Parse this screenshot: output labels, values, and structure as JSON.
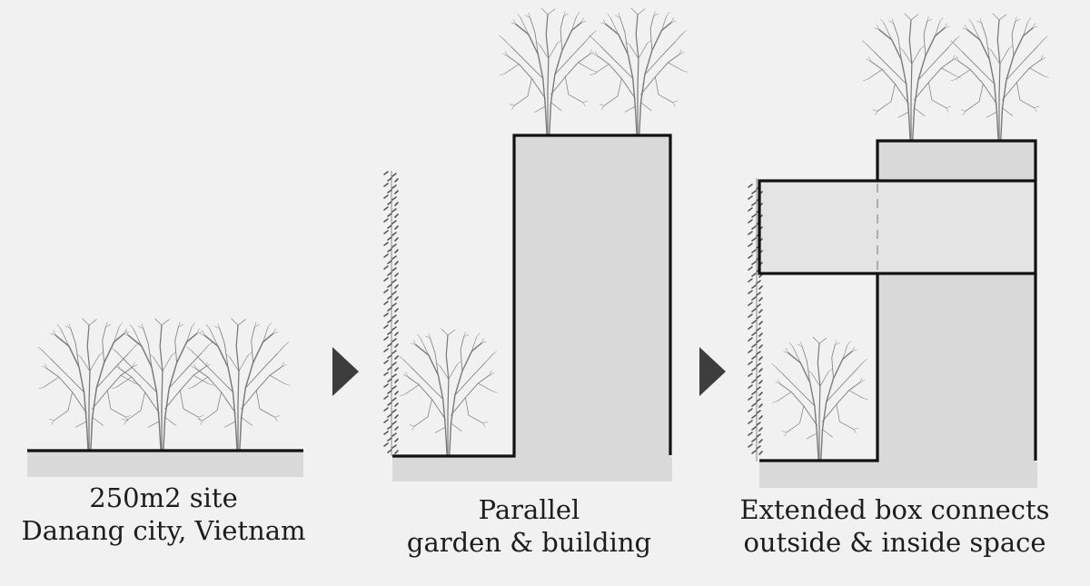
{
  "colors": {
    "background": "#f1f1f1",
    "mass": "#d9d9d9",
    "outline": "#111111",
    "tree_stroke": "#7a7a7a",
    "arrow": "#3d3d3d",
    "text": "#1d1d1d"
  },
  "stages": [
    {
      "id": "site",
      "caption": [
        "250m2 site",
        "Danang city, Vietnam"
      ],
      "elements": [
        "ground-slab",
        "tree-cluster"
      ]
    },
    {
      "id": "parallel",
      "caption": [
        "Parallel",
        "garden & building"
      ],
      "elements": [
        "vertical-garden",
        "garden-tree",
        "building-mass",
        "rooftop-trees"
      ]
    },
    {
      "id": "extended",
      "caption": [
        "Extended box connects",
        "outside & inside space"
      ],
      "elements": [
        "vertical-garden",
        "garden-tree",
        "building-mass",
        "extended-box",
        "rooftop-trees"
      ]
    }
  ],
  "arrows": [
    {
      "from": "site",
      "to": "parallel",
      "icon": "triangle-arrow-right"
    },
    {
      "from": "parallel",
      "to": "extended",
      "icon": "triangle-arrow-right"
    }
  ]
}
